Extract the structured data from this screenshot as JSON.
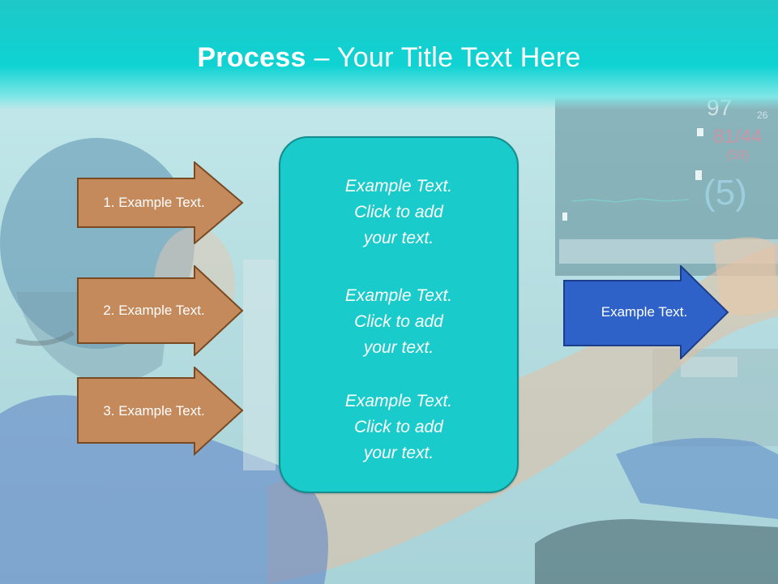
{
  "slide": {
    "title_bold": "Process",
    "title_rest": " – Your Title Text Here"
  },
  "left_arrows": [
    {
      "label": "1. Example Text."
    },
    {
      "label": "2. Example Text."
    },
    {
      "label": "3. Example Text."
    }
  ],
  "center_box": {
    "blocks": [
      {
        "lines": [
          "Example Text.",
          "Click  to add",
          "your text."
        ]
      },
      {
        "lines": [
          "Example Text.",
          "Click  to add",
          "your text."
        ]
      },
      {
        "lines": [
          "Example Text.",
          "Click  to add",
          "your text."
        ]
      }
    ]
  },
  "right_arrow": {
    "label": "Example Text."
  },
  "monitor": {
    "readings": [
      "97",
      "26",
      "81/44",
      "(59)",
      "(5)"
    ]
  },
  "colors": {
    "header": "#0fd3d3",
    "left_arrow_fill": "#c48a5c",
    "left_arrow_border": "#7a4a22",
    "center_box_fill": "#19cbcb",
    "right_arrow_fill": "#2e62c8",
    "right_arrow_border": "#1b3d8a"
  }
}
